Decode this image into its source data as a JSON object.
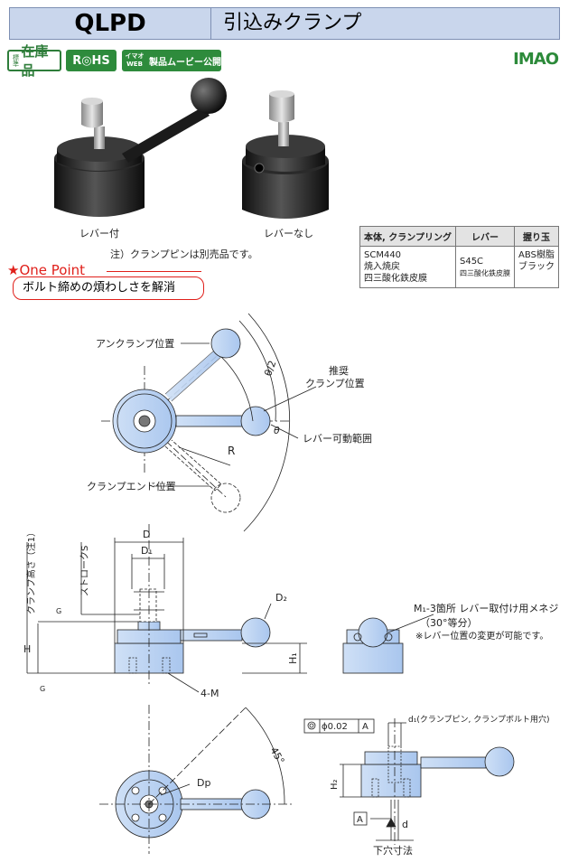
{
  "header": {
    "code": "QLPD",
    "title": "引込みクランプ"
  },
  "badges": {
    "stock_small": "標準",
    "stock_big": "在庫品",
    "rohs": "R◎HS",
    "web_small_1": "イマオ",
    "web_small_2": "WEB",
    "web_text": "製品ムービー公開",
    "logo": "IMAO"
  },
  "photos": {
    "with_lever": "レバー付",
    "without_lever": "レバーなし",
    "note": "注）クランプピンは別売品です。"
  },
  "material_table": {
    "headers": [
      "本体, クランプリング",
      "レバー",
      "握り玉"
    ],
    "col1": [
      "SCM440",
      "焼入焼戻",
      "四三酸化鉄皮膜"
    ],
    "col2": [
      "S45C",
      "四三酸化鉄皮膜"
    ],
    "col3": [
      "ABS樹脂",
      "ブラック"
    ]
  },
  "one_point": {
    "label": "★One Point",
    "text": "ボルト締めの煩わしさを解消"
  },
  "top_view": {
    "unclamp": "アンクランプ位置",
    "recommended_1": "推奨",
    "recommended_2": "クランプ位置",
    "theta_half": "θ/2",
    "theta": "θ",
    "range": "レバー可動範囲",
    "r": "R",
    "clamp_end": "クランプエンド位置"
  },
  "side_view": {
    "clamp_height": "クランプ高さ（注1）",
    "stroke": "ストロークS",
    "d": "D",
    "d1": "D₁",
    "d2": "D₂",
    "h": "H",
    "h1": "H₁",
    "m": "4-M",
    "g": "G",
    "g2": "G"
  },
  "lever_view": {
    "m1": "M₁-3箇所 レバー取付け用メネジ",
    "pitch": "（30°等分）",
    "note": "※レバー位置の変更が可能です。"
  },
  "bottom_view": {
    "angle": "45°",
    "dp": "Dp"
  },
  "hole_view": {
    "tolerance_value": "ϕ0.02",
    "datum": "A",
    "d1_note": "d₁(クランプピン, クランプボルト用穴)",
    "h2": "H₂",
    "datum_a": "A",
    "d": "d",
    "caption": "下穴寸法"
  }
}
